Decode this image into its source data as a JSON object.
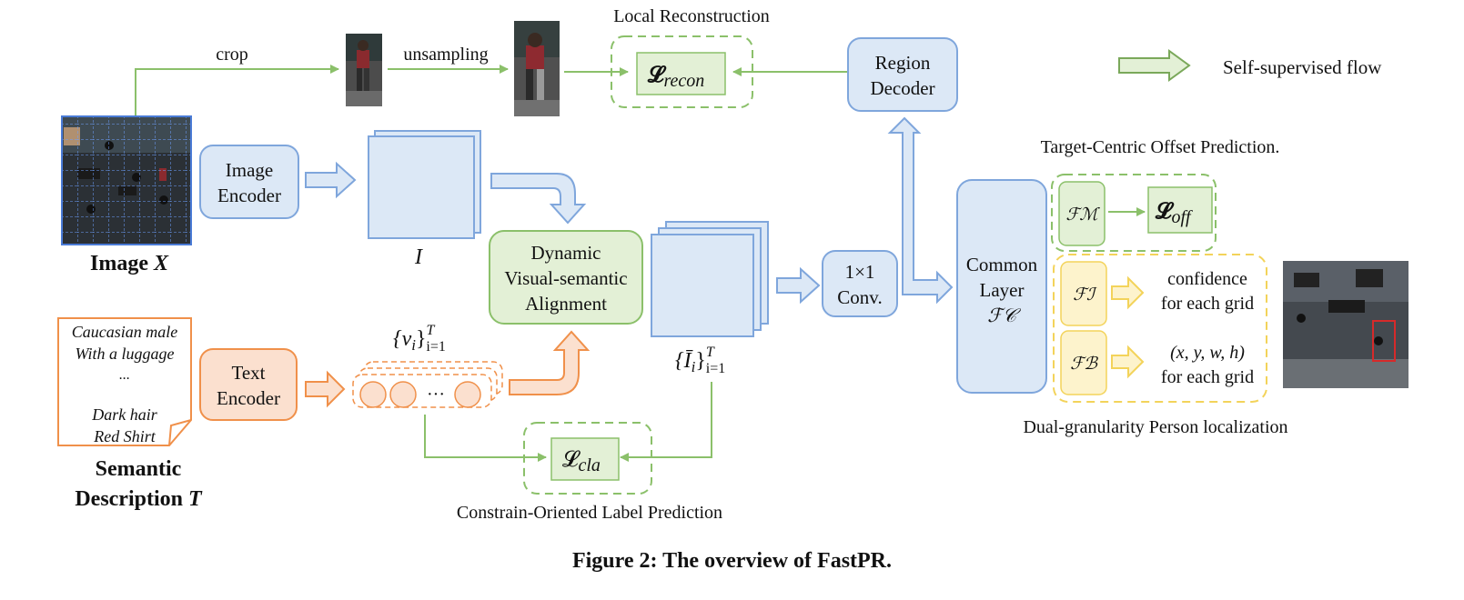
{
  "top": {
    "crop": "crop",
    "upsampling": "unsampling",
    "local_reconstruction": "Local Reconstruction",
    "recon_loss": "𝓛",
    "recon_loss_sub": "recon",
    "region_decoder": [
      "Region",
      "Decoder"
    ]
  },
  "legend": {
    "label": "Self-supervised flow"
  },
  "image": {
    "title_prefix": "Image ",
    "title_var": "X"
  },
  "image_encoder": [
    "Image",
    "Encoder"
  ],
  "feature_I": "I",
  "alignment": [
    "Dynamic",
    "Visual-semantic",
    "Alignment"
  ],
  "aligned_features": {
    "label_main": "{Ī",
    "label_sub": "i",
    "label_close": "}",
    "label_sup": "T",
    "label_range": "i=1"
  },
  "conv": [
    "1×1",
    "Conv."
  ],
  "semantic": {
    "lines": [
      "Caucasian male",
      "With a luggage",
      "...",
      "Dark hair",
      "Red Shirt"
    ],
    "title_line1": "Semantic",
    "title_line2_prefix": "Description ",
    "title_var": "T"
  },
  "text_encoder": [
    "Text",
    "Encoder"
  ],
  "text_features": {
    "label_main": "{v",
    "label_sub": "i",
    "label_close": "}",
    "label_sup": "T",
    "label_range": "i=1",
    "dots": "···"
  },
  "cla": {
    "loss": "𝓛",
    "sub": "cla",
    "caption": "Constrain-Oriented Label Prediction"
  },
  "common_layer": [
    "Common",
    "Layer",
    "ℱ𝒞"
  ],
  "offset": {
    "title": "Target-Centric Offset Prediction.",
    "head": "ℱℳ",
    "loss": "𝓛",
    "loss_sub": "off"
  },
  "heads": {
    "fi": "ℱℐ",
    "fi_out": [
      "confidence",
      "for each grid"
    ],
    "fb": "ℱℬ",
    "fb_out": [
      "(x, y, w, h)",
      "for each grid"
    ],
    "title": "Dual-granularity Person localization"
  },
  "caption": "Figure 2: The overview of FastPR.",
  "colors": {
    "green": "#8bc06a",
    "green_fill": "#e3f0d6",
    "blue": "#7fa6dc",
    "blue_fill": "#dce8f6",
    "orange": "#f0904a",
    "orange_fill": "#fbe0cf",
    "yellow": "#f3d35a",
    "yellow_fill": "#fdf3cc",
    "red": "#d62a2a"
  }
}
